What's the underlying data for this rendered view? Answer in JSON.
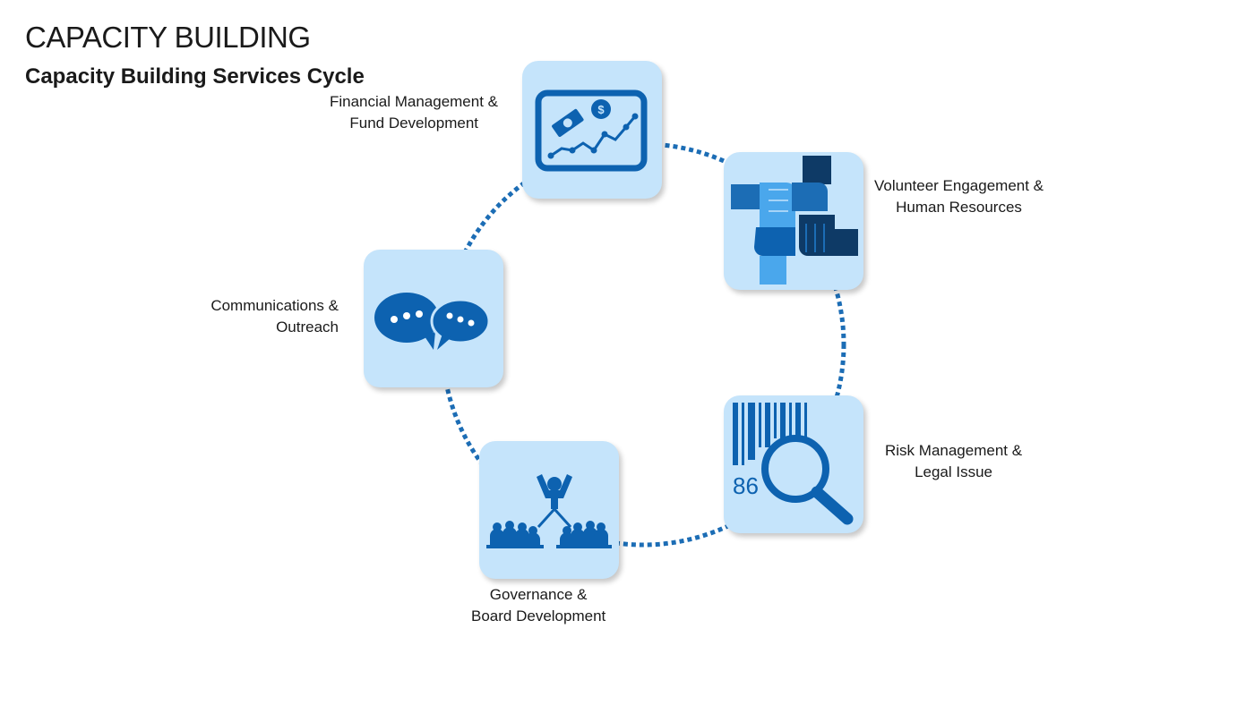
{
  "header": {
    "title": "CAPACITY BUILDING",
    "subtitle": "Capacity Building Services Cycle"
  },
  "colors": {
    "node_fill": "#c5e4fb",
    "icon_dark": "#0d62b0",
    "icon_navy": "#0e3a66",
    "icon_light": "#4aa7ec",
    "ring": "#1c6db5"
  },
  "cycle": [
    {
      "id": "financial",
      "icon": "money-chart-icon",
      "label_lines": [
        "Financial Management &",
        "Fund Development"
      ]
    },
    {
      "id": "volunteer",
      "icon": "joined-hands-icon",
      "label_lines": [
        "Volunteer Engagement &",
        "Human Resources"
      ]
    },
    {
      "id": "risk",
      "icon": "barcode-magnifier-icon",
      "label_lines": [
        "Risk Management &",
        "Legal Issue"
      ],
      "icon_text": "86"
    },
    {
      "id": "governance",
      "icon": "board-audience-icon",
      "label_lines": [
        "Governance &",
        "Board Development"
      ]
    },
    {
      "id": "communications",
      "icon": "speech-bubbles-icon",
      "label_lines": [
        "Communications &",
        "Outreach"
      ]
    }
  ]
}
